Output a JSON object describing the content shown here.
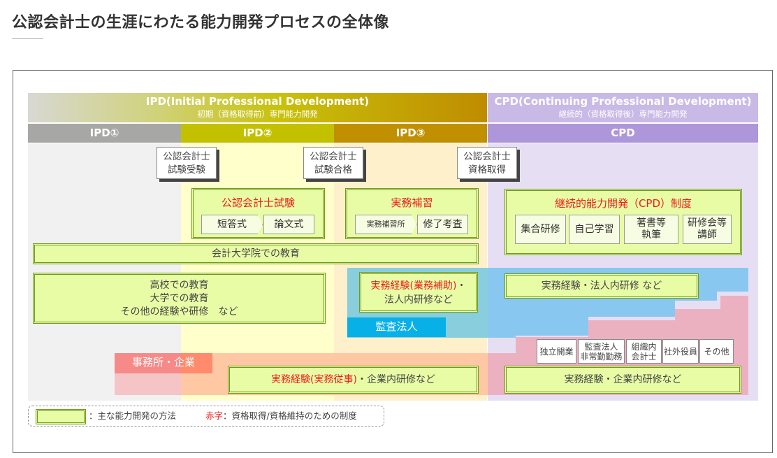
{
  "page": {
    "title": "公認会計士の生涯にわたる能力開発プロセスの全体像"
  },
  "header": {
    "ipd": {
      "en": "IPD(Initial Professional Development)",
      "jp": "初期（資格取得前）専門能力開発"
    },
    "cpd": {
      "en": "CPD(Continuing Professional Development)",
      "jp": "継続的（資格取得後）専門能力開発"
    }
  },
  "phases": [
    {
      "label": "IPD①",
      "color": "#a7a8a6"
    },
    {
      "label": "IPD②",
      "color": "#c3c000"
    },
    {
      "label": "IPD③",
      "color": "#c19000"
    },
    {
      "label": "CPD",
      "color": "#ae96db"
    }
  ],
  "milestones": [
    {
      "line1": "公認会計士",
      "line2": "試験受験"
    },
    {
      "line1": "公認会計士",
      "line2": "試験合格"
    },
    {
      "line1": "公認会計士",
      "line2": "資格取得"
    }
  ],
  "exam": {
    "title": "公認会計士試験",
    "steps": [
      "短答式",
      "論文式"
    ]
  },
  "practical_training": {
    "title": "実務補習",
    "steps": [
      "実務補習所",
      "修了考査"
    ]
  },
  "cpd_system": {
    "title": "継続的能力開発（CPD）制度",
    "items": [
      {
        "line1": "集合研修",
        "line2": ""
      },
      {
        "line1": "自己学習",
        "line2": ""
      },
      {
        "line1": "著書等",
        "line2": "執筆"
      },
      {
        "line1": "研修会等",
        "line2": "講師"
      }
    ]
  },
  "grad_school": "会計大学院での教育",
  "education": {
    "line1": "高校での教育",
    "line2": "大学での教育",
    "line3": "その他の経験や研修　など"
  },
  "audit_firm": {
    "label": "監査法人",
    "experience_red": "実務経験(業務補助)",
    "experience_sep": "・",
    "experience_line2": "法人内研修など",
    "cpd_experience": "実務経験・法人内研修 など",
    "color": "#88cedc"
  },
  "firm_company": {
    "label": "事務所・企業",
    "experience_red": "実務経験(実務従事)",
    "experience_rest": "・企業内研修など",
    "cpd_experience": "実務経験・企業内研修など",
    "color": "#f88a86"
  },
  "career_paths": [
    {
      "line1": "独立開業",
      "line2": ""
    },
    {
      "line1": "監査法人",
      "line2": "非常勤勤務"
    },
    {
      "line1": "組織内",
      "line2": "会計士"
    },
    {
      "line1": "社外役員",
      "line2": ""
    },
    {
      "line1": "その他",
      "line2": ""
    }
  ],
  "legend": {
    "method_label": "：主な能力開発の方法",
    "red_label": "赤字",
    "red_desc": "：資格取得/資格維持のための制度"
  }
}
